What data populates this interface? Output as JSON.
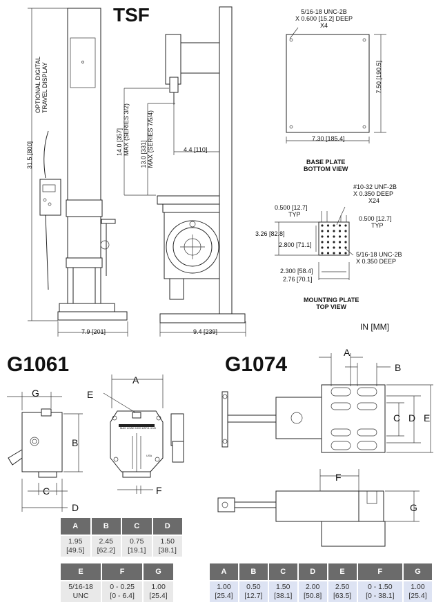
{
  "titles": {
    "tsf": "TSF",
    "g1061": "G1061",
    "g1074": "G1074"
  },
  "tsf": {
    "display_label": [
      "OPTIONAL DIGITAL",
      "TRAVEL DISPLAY"
    ],
    "height_dim": "31.5 [800]",
    "max_357": [
      "14.0 [357]",
      "MAX (SERIES 3/2)"
    ],
    "max_331": [
      "13.0 [331]",
      "MAX (SERIES 7/5/4)"
    ],
    "throat": "4.4 [110]",
    "base_width": "7.9 [201]",
    "base_depth": "9.4 [239]",
    "base_plate": {
      "thread": [
        "5/16-18 UNC-2B",
        "X 0.600 [15.2] DEEP",
        "X4"
      ],
      "height": "7.50 [190.5]",
      "width": "7.30 [185.4]",
      "caption": [
        "BASE PLATE",
        "BOTTOM VIEW"
      ]
    },
    "mounting_plate": {
      "thread_top": [
        "#10-32 UNF-2B",
        "X 0.350 DEEP",
        "X24"
      ],
      "typ_left": [
        "0.500 [12.7]",
        "TYP"
      ],
      "typ_right": [
        "0.500 [12.7]",
        "TYP"
      ],
      "outer_h": "3.26 [82.8]",
      "inner_h": "2.800 [71.1]",
      "thread_bottom": [
        "5/16-18 UNC-2B",
        "X 0.350 DEEP"
      ],
      "inner_w": "2.300 [58.4]",
      "outer_w": "2.76 [70.1]",
      "caption": [
        "MOUNTING PLATE",
        "TOP VIEW"
      ]
    },
    "units": "IN [MM]"
  },
  "g1061": {
    "letters": {
      "a": "A",
      "b": "B",
      "c": "C",
      "d": "D",
      "e": "E",
      "f": "F",
      "g": "G"
    },
    "plate_text": "MAX LOAD 1000 LBF/4.4 kN",
    "made_in": "USA",
    "table1": {
      "headers": [
        "A",
        "B",
        "C",
        "D"
      ],
      "row": [
        "1.95\n[49.5]",
        "2.45\n[62.2]",
        "0.75\n[19.1]",
        "1.50\n[38.1]"
      ]
    },
    "table2": {
      "headers": [
        "E",
        "F",
        "G"
      ],
      "row": [
        "5/16-18\nUNC",
        "0 - 0.25\n[0 - 6.4]",
        "1.00\n[25.4]"
      ]
    }
  },
  "g1074": {
    "letters": {
      "a": "A",
      "b": "B",
      "c": "C",
      "d": "D",
      "e": "E",
      "f": "F",
      "g": "G"
    },
    "table": {
      "headers": [
        "A",
        "B",
        "C",
        "D",
        "E",
        "F",
        "G"
      ],
      "row": [
        "1.00\n[25.4]",
        "0.50\n[12.7]",
        "1.50\n[38.1]",
        "2.00\n[50.8]",
        "2.50\n[63.5]",
        "0 - 1.50\n[0 - 38.1]",
        "1.00\n[25.4]"
      ]
    }
  }
}
